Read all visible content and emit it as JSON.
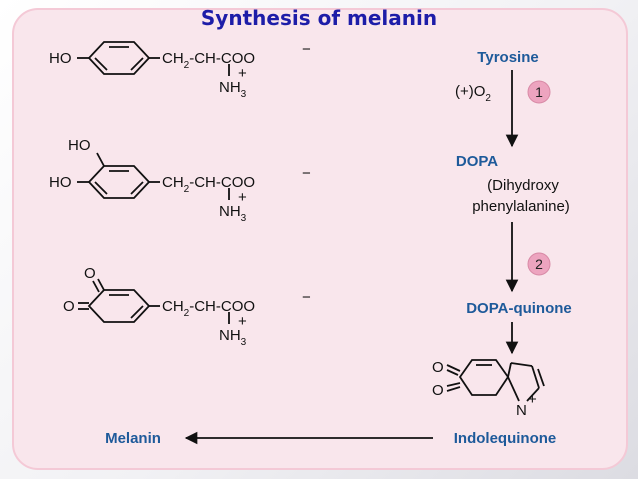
{
  "title": "Synthesis of melanin",
  "pathway": {
    "tyrosine": "Tyrosine",
    "oxygen": "(+)O",
    "oxygen_sub": "2",
    "step1_badge": "1",
    "dopa": "DOPA",
    "dopa_desc_1": "(Dihydroxy",
    "dopa_desc_2": "phenylalanine)",
    "step2_badge": "2",
    "dopa_quinone": "DOPA-quinone",
    "indolequinone": "Indolequinone",
    "melanin": "Melanin"
  },
  "structures": {
    "ho": "HO",
    "o": "O",
    "chain_main": "CH",
    "chain_sub": "2",
    "chain_rest": "-CH-COO",
    "charge_minus": "−",
    "nh": "NH",
    "nh_sub": "3",
    "charge_plus": "+",
    "n": "N"
  },
  "colors": {
    "title": "#1d1da8",
    "step_label": "#1e5a9a",
    "badge_fill": "#eda4bf"
  }
}
